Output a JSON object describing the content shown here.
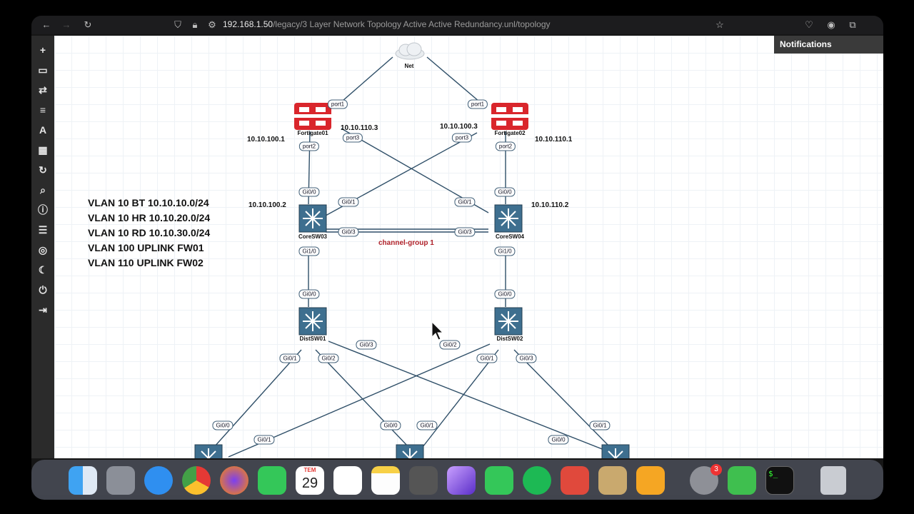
{
  "browser": {
    "url_host": "192.168.1.50",
    "url_path": "/legacy/3 Layer Network Topology Active Active Redundancy.unl/topology"
  },
  "notifications": {
    "title": "Notifications",
    "close": "×"
  },
  "vlans": [
    "VLAN 10 BT 10.10.10.0/24",
    "VLAN 10 HR 10.10.20.0/24",
    "VLAN 10 RD 10.10.30.0/24",
    "VLAN 100 UPLINK FW01",
    "VLAN 110 UPLINK FW02"
  ],
  "nodes": {
    "net": "Net",
    "fw1": "Fortigate01",
    "fw2": "Fortigate02",
    "core3": "CoreSW03",
    "core4": "CoreSW04",
    "dist1": "DistSW01",
    "dist2": "DistSW02"
  },
  "ips": {
    "fw1_port2": "10.10.100.1",
    "fw1_port3": "10.10.110.3",
    "fw2_port3": "10.10.100.3",
    "fw2_port2": "10.10.110.1",
    "core3": "10.10.100.2",
    "core4": "10.10.110.2"
  },
  "ports": {
    "fw1_port1": "port1",
    "fw2_port1": "port1",
    "fw1_port2": "port2",
    "fw1_port3": "port3",
    "fw2_port3": "port3",
    "fw2_port2": "port2",
    "c3_gi00": "Gi0/0",
    "c3_gi01": "Gi0/1",
    "c3_gi03": "Gi0/3",
    "c3_gi10": "Gi1/0",
    "c4_gi00": "Gi0/0",
    "c4_gi01": "Gi0/1",
    "c4_gi03": "Gi0/3",
    "c4_gi10": "Gi1/0",
    "d1_gi00": "Gi0/0",
    "d1_gi01": "Gi0/1",
    "d1_gi02": "Gi0/2",
    "d1_gi03": "Gi0/3",
    "d2_gi00": "Gi0/0",
    "d2_gi01": "Gi0/1",
    "d2_gi02": "Gi0/2",
    "d2_gi03": "Gi0/3",
    "a1_gi00": "Gi0/0",
    "a1_gi01": "Gi0/1",
    "a2_gi00": "Gi0/0",
    "a2_gi01": "Gi0/1",
    "a3_gi00": "Gi0/0",
    "a3_gi01": "Gi0/1"
  },
  "channel_group": "channel-group 1",
  "dock": {
    "calendar_month": "TEM",
    "calendar_day": "29",
    "settings_badge": "3",
    "terminal_glyph": "$_"
  },
  "colors": {
    "link": "#2f4f68",
    "accent_red": "#d9262c",
    "switch": "#3e6f8f"
  }
}
